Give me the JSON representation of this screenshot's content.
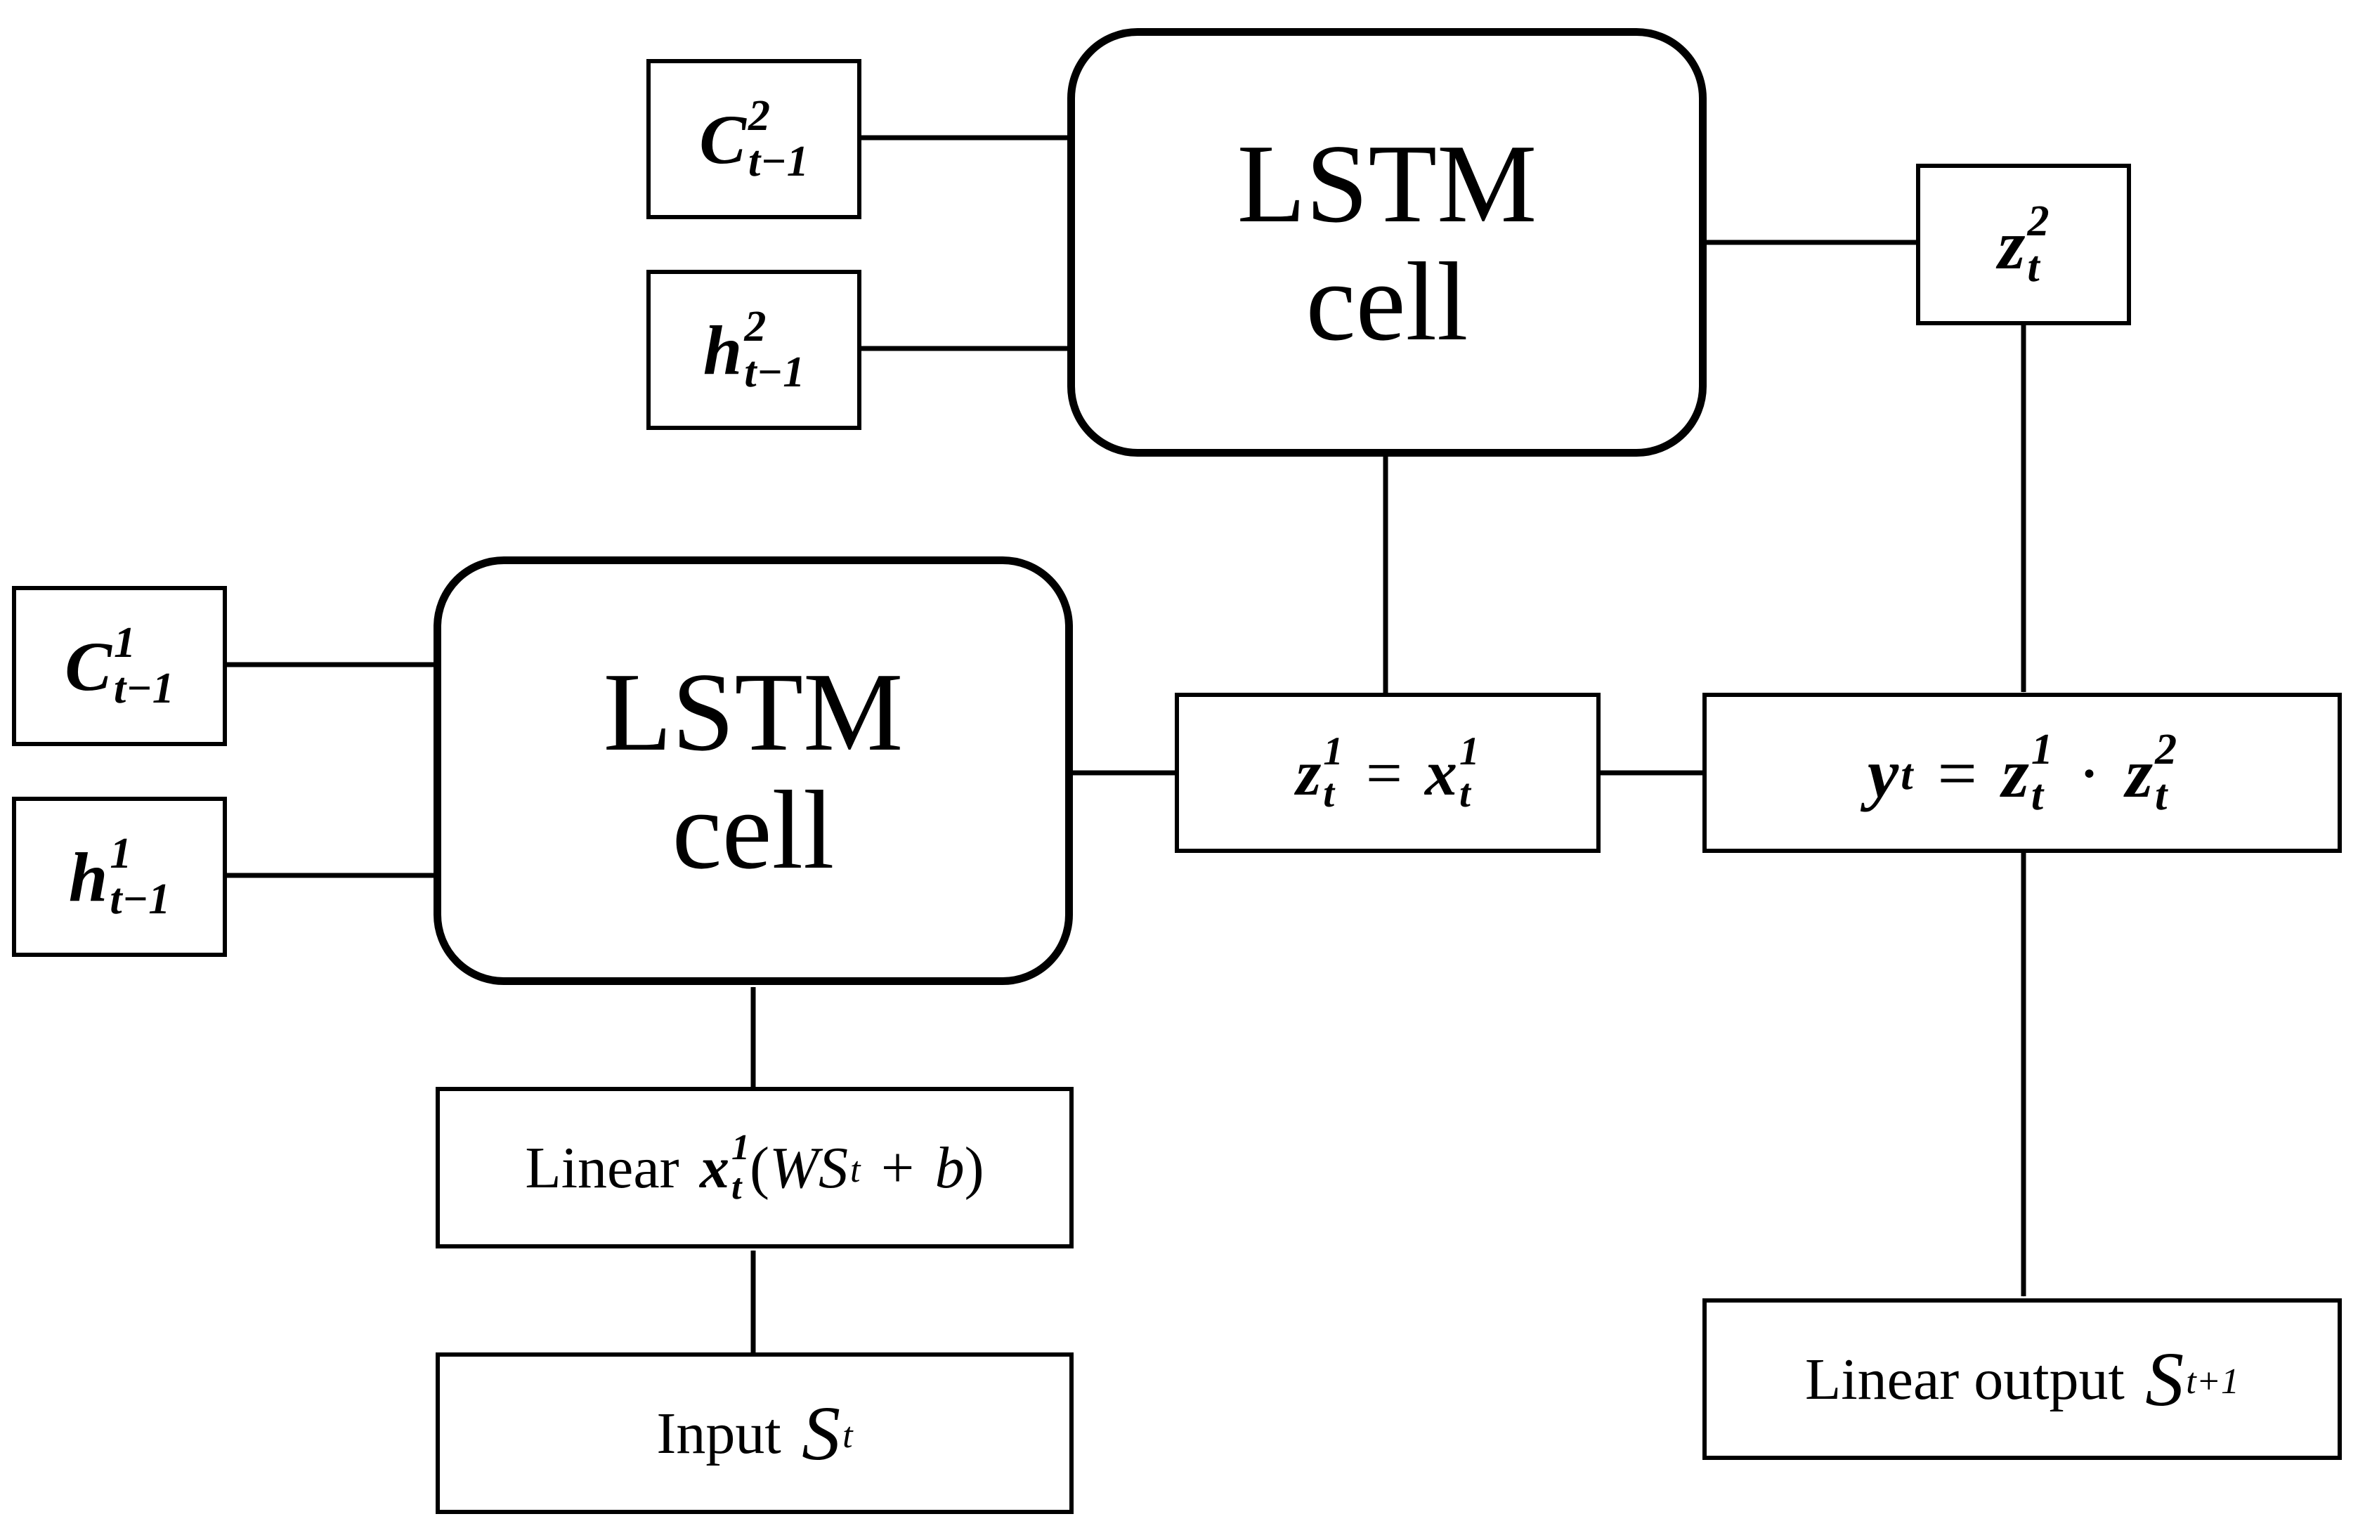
{
  "nodes": {
    "lstm_top": {
      "line1": "LSTM",
      "line2": "cell"
    },
    "lstm_bottom": {
      "line1": "LSTM",
      "line2": "cell"
    },
    "c2": {
      "base": "C",
      "sup": "2",
      "sub": "t−1"
    },
    "h2": {
      "base": "h",
      "sup": "2",
      "sub": "t−1"
    },
    "c1": {
      "base": "C",
      "sup": "1",
      "sub": "t−1"
    },
    "h1": {
      "base": "h",
      "sup": "1",
      "sub": "t−1"
    },
    "z2": {
      "base": "z",
      "sup": "2",
      "sub": "t"
    },
    "z1x1": {
      "lhs_base": "z",
      "lhs_sup": "1",
      "lhs_sub": "t",
      "op": "=",
      "rhs_base": "x",
      "rhs_sup": "1",
      "rhs_sub": "t"
    },
    "y": {
      "lhs_base": "y",
      "lhs_sub": "t",
      "op": "=",
      "a_base": "z",
      "a_sup": "1",
      "a_sub": "t",
      "dot": "·",
      "b_base": "z",
      "b_sup": "2",
      "b_sub": "t"
    },
    "linear_in": {
      "word": "Linear",
      "x_base": "x",
      "x_sup": "1",
      "x_sub": "t",
      "open": "(",
      "w": "W",
      "s_base": "S",
      "s_sub": "t",
      "plus": "+",
      "b": "b",
      "close": ")"
    },
    "input": {
      "word": "Input",
      "s_base": "S",
      "s_sub": "t"
    },
    "output": {
      "word": "Linear output",
      "s_base": "S",
      "s_sub": "t+1"
    }
  }
}
